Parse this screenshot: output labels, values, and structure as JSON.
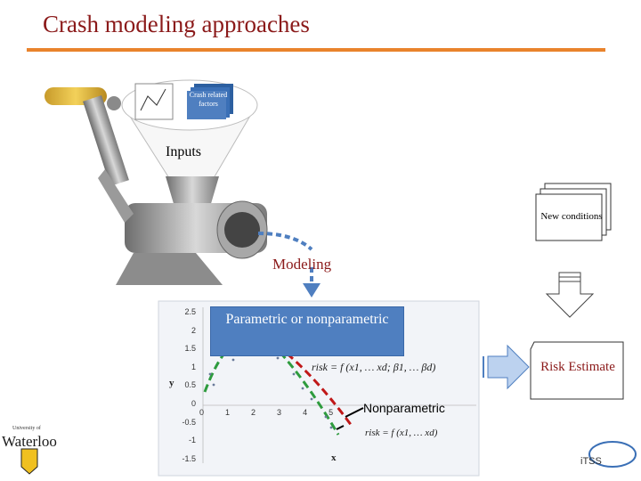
{
  "slide": {
    "title": "Crash modeling approaches",
    "accent_color": "#e9832c",
    "title_color": "#8b1a1a"
  },
  "grinder": {
    "crash_doc_text": "Crash related factors",
    "inputs_label": "Inputs",
    "modeling_label": "Modeling"
  },
  "new_conditions": {
    "label": "New conditions"
  },
  "parametric_box": {
    "label": "Parametric or nonparametric",
    "color": "#4f7fc0"
  },
  "risk_estimate": {
    "label": "Risk Estimate"
  },
  "plot": {
    "y_ticks": [
      "2.5",
      "2",
      "1.5",
      "1",
      "0.5",
      "0",
      "-0.5",
      "-1",
      "-1.5"
    ],
    "x_ticks": [
      "0",
      "1",
      "2",
      "3",
      "4",
      "5"
    ],
    "y_label": "y",
    "x_label": "x",
    "parametric_formula": "risk = f (x1, … xd; β1, … βd)",
    "nonparametric_label": "Nonparametric",
    "nonparametric_formula": "risk = f (x1, … xd)"
  },
  "logos": {
    "waterloo": "Waterloo",
    "waterloo_small": "University of",
    "itss": "iTSS"
  }
}
